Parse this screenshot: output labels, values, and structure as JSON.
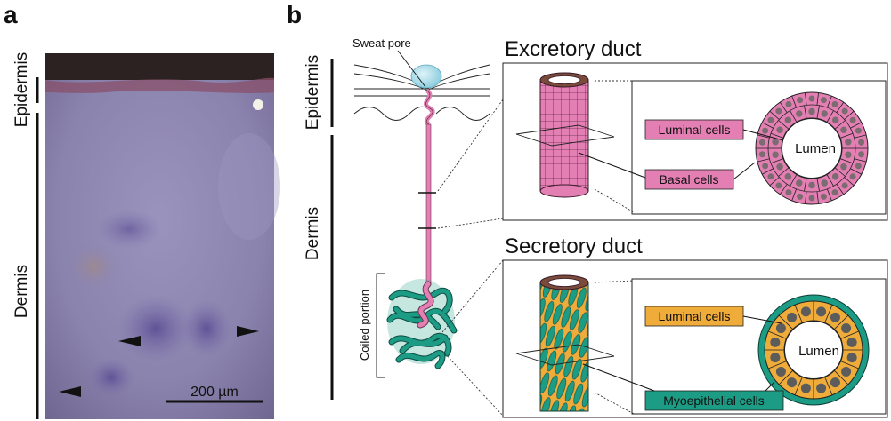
{
  "panel_a": {
    "letter": "a",
    "epidermis_label": "Epidermis",
    "dermis_label": "Dermis",
    "scale_bar_label": "200 µm"
  },
  "panel_b": {
    "letter": "b",
    "sweat_pore_label": "Sweat pore",
    "epidermis_label": "Epidermis",
    "dermis_label": "Dermis",
    "coiled_portion_label": "Coiled portion",
    "excretory": {
      "title": "Excretory duct",
      "luminal_label": "Luminal cells",
      "basal_label": "Basal cells",
      "lumen_label": "Lumen"
    },
    "secretory": {
      "title": "Secretory duct",
      "luminal_label": "Luminal cells",
      "myoepithelial_label": "Myoepithelial cells",
      "lumen_label": "Lumen"
    }
  },
  "colors": {
    "pink_cell": "#e47fb3",
    "pink_nucleus": "#7a6c70",
    "orange_cell": "#f0ac3a",
    "teal_cell": "#1c9c84",
    "nucleus_dark": "#5c5c5c",
    "tissue_purple": "#8b80ae"
  }
}
